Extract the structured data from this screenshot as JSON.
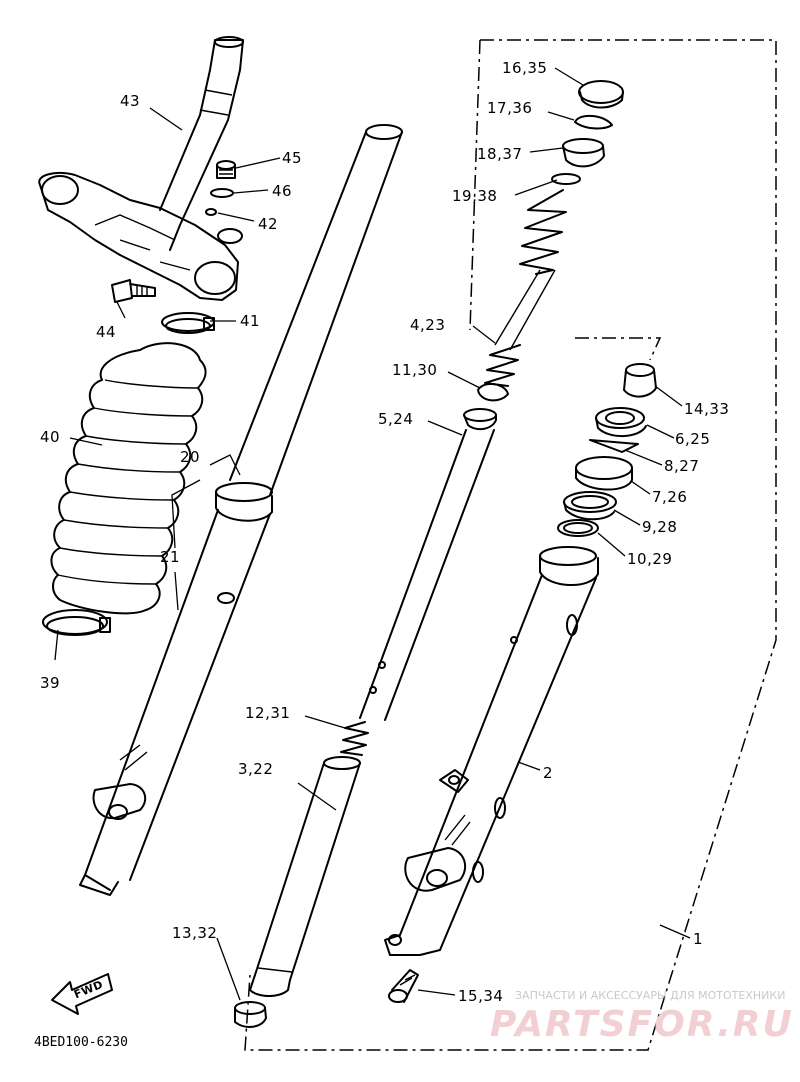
{
  "labels": {
    "l1": "1",
    "l2": "2",
    "l3": "3,22",
    "l4": "4,23",
    "l5": "5,24",
    "l6": "6,25",
    "l7": "7,26",
    "l8": "8,27",
    "l9": "9,28",
    "l10": "10,29",
    "l11": "11,30",
    "l12": "12,31",
    "l13": "13,32",
    "l14": "14,33",
    "l15": "15,34",
    "l16": "16,35",
    "l17": "17,36",
    "l18": "18,37",
    "l19": "19,38",
    "l20": "20",
    "l21": "21",
    "l39": "39",
    "l40": "40",
    "l41": "41",
    "l42": "42",
    "l43": "43",
    "l44": "44",
    "l45": "45",
    "l46": "46"
  },
  "fwd_badge": "FWD",
  "diagram_code": "4BED100-6230",
  "watermark": {
    "tagline": "ЗАПЧАСТИ И АКСЕССУАРЫ ДЛЯ МОТОТЕХНИКИ",
    "brand": "PARTSFOR.RU"
  },
  "colors": {
    "ink": "#000000",
    "watermark_brand": "#f1cfd2",
    "watermark_tagline": "#c9c9c9"
  }
}
